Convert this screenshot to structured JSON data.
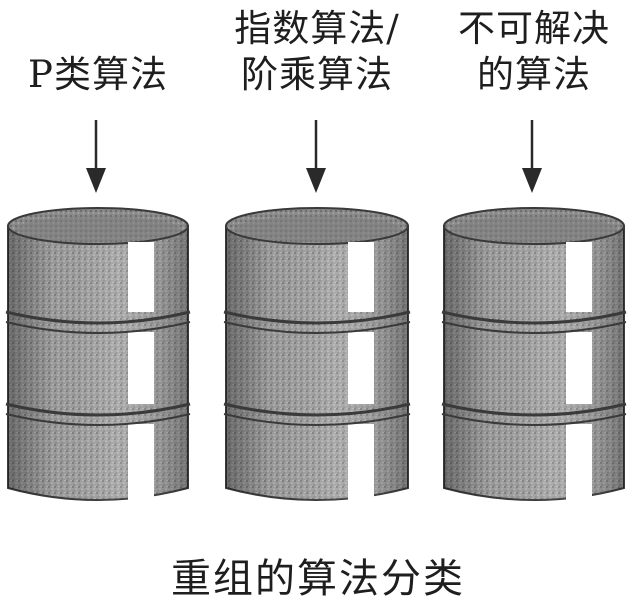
{
  "categories": [
    {
      "label_lines": [
        "P类算法"
      ]
    },
    {
      "label_lines": [
        "指数算法/",
        "阶乘算法"
      ]
    },
    {
      "label_lines": [
        "不可解决",
        "的算法"
      ]
    }
  ],
  "caption": "重组的算法分类",
  "icons": {
    "arrow": "down-arrow-icon",
    "container": "barrel-icon"
  },
  "colors": {
    "ink": "#1e1e1e",
    "barrel_fill": "#9a9a9a",
    "barrel_label": "#ffffff"
  }
}
